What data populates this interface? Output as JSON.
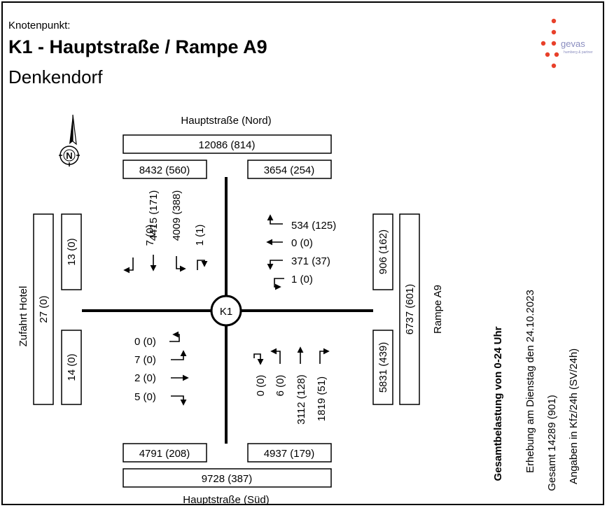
{
  "header": {
    "label": "Knotenpunkt:",
    "title": "K1 - Hauptstraße / Rampe A9",
    "city": "Denkendorf"
  },
  "logo": {
    "text": "gevas",
    "subtext": "humberg & partner",
    "dot_color": "#e8402a",
    "text_color": "#8a8dbf"
  },
  "node": {
    "label": "K1"
  },
  "roads": {
    "north": "Hauptstraße (Nord)",
    "south": "Hauptstraße (Süd)",
    "west": "Zufahrt Hotel",
    "east": "Rampe A9"
  },
  "totals": {
    "north_cross": "12086 (814)",
    "north_in": "8432 (560)",
    "north_out": "3654 (254)",
    "south_cross": "9728 (387)",
    "south_out": "4791 (208)",
    "south_in": "4937 (179)",
    "west_cross": "27 (0)",
    "west_in": "13 (0)",
    "west_out": "14 (0)",
    "east_cross": "6737 (601)",
    "east_in": "906 (162)",
    "east_out": "5831 (439)"
  },
  "movements": {
    "north": [
      "7 (0)",
      "4415 (171)",
      "4009 (388)",
      "1 (1)"
    ],
    "east": [
      "534 (125)",
      "0 (0)",
      "371 (37)",
      "1 (0)"
    ],
    "west": [
      "0 (0)",
      "7 (0)",
      "2 (0)",
      "5 (0)"
    ],
    "south": [
      "0 (0)",
      "6 (0)",
      "3112 (128)",
      "1819 (51)"
    ]
  },
  "info": {
    "heading": "Gesamtbelastung von 0-24 Uhr",
    "survey": "Erhebung am Dienstag den 24.10.2023",
    "total": "Gesamt 14289 (901)",
    "units": "Angaben in Kfz/24h (SV/24h)"
  },
  "north_arrow": {
    "letter": "N"
  }
}
